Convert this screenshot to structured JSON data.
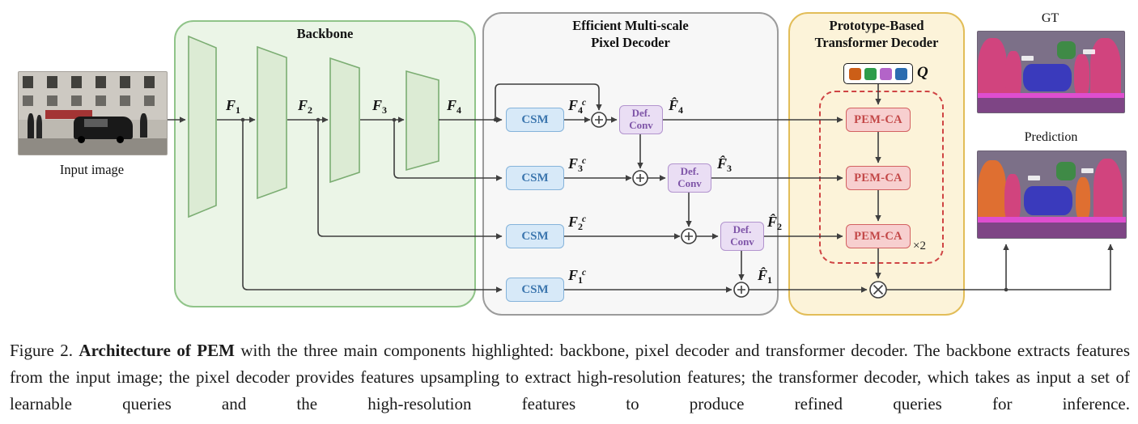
{
  "figure": {
    "input_label": "Input image",
    "backbone": {
      "title": "Backbone",
      "features": [
        {
          "base": "F",
          "sub": "1"
        },
        {
          "base": "F",
          "sub": "2"
        },
        {
          "base": "F",
          "sub": "3"
        },
        {
          "base": "F",
          "sub": "4"
        }
      ]
    },
    "pixel_decoder": {
      "title": "Efficient Multi-scale\nPixel Decoder",
      "csm_label": "CSM",
      "def_conv_label": "Def. Conv",
      "csm_outputs": [
        {
          "base": "F",
          "sub": "4",
          "sup": "c"
        },
        {
          "base": "F",
          "sub": "3",
          "sup": "c"
        },
        {
          "base": "F",
          "sub": "2",
          "sup": "c"
        },
        {
          "base": "F",
          "sub": "1",
          "sup": "c"
        }
      ],
      "refined_features": [
        {
          "base": "F̂",
          "sub": "4"
        },
        {
          "base": "F̂",
          "sub": "3"
        },
        {
          "base": "F̂",
          "sub": "2"
        },
        {
          "base": "F̂",
          "sub": "1"
        }
      ]
    },
    "transformer_decoder": {
      "title": "Prototype-Based\nTransformer Decoder",
      "queries_label": "Q",
      "query_colors": [
        "#cc5e17",
        "#2e9c4a",
        "#b364c8",
        "#2b6cb0"
      ],
      "pem_ca_label": "PEM-CA",
      "repeat_label": "×2"
    },
    "outputs": {
      "gt_label": "GT",
      "prediction_label": "Prediction"
    },
    "palette": {
      "building": "#7c7088",
      "person": "#d1447e",
      "person_alt": "#df6f31",
      "car": "#3a3abc",
      "road": "#7e4585",
      "sidewalk": "#de4ecf",
      "vegetation": "#3f8a46"
    }
  },
  "caption": {
    "figure_label": "Figure 2.",
    "bold": "Architecture of PEM",
    "text": "with the three main components highlighted: backbone, pixel decoder and transformer decoder. The backbone extracts features from the input image; the pixel decoder provides features upsampling to extract high-resolution features; the transformer decoder, which takes as input a set of learnable queries and the high-resolution features to produce refined queries for inference."
  }
}
